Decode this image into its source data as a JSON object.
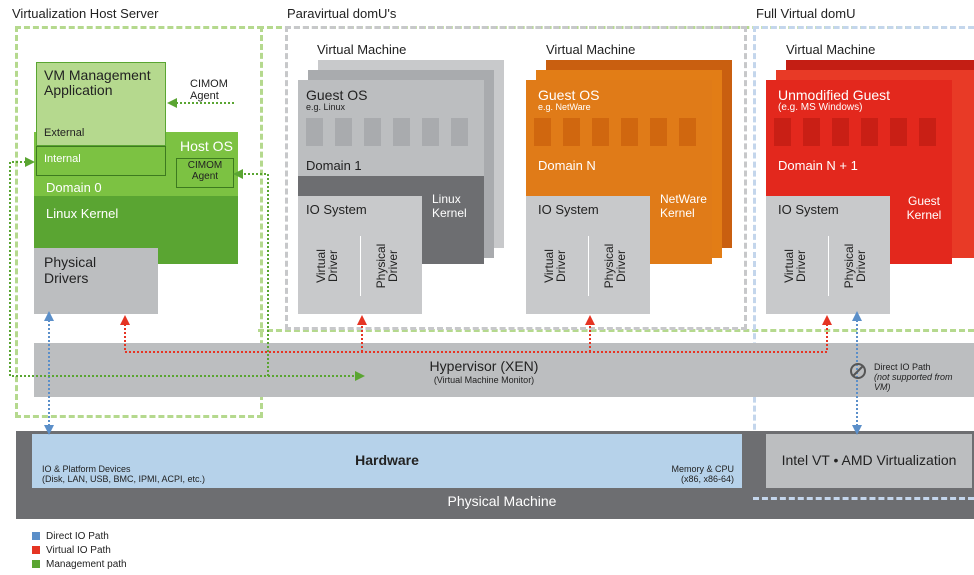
{
  "sections": {
    "host": "Virtualization Host Server",
    "paravirtual": "Paravirtual domU's",
    "full": "Full Virtual domU"
  },
  "host": {
    "vm_mgmt": "VM Management Application",
    "external": "External",
    "internal": "Internal",
    "cimom_agent_top": "CIMOM Agent",
    "host_os": "Host OS",
    "cimom_agent_box": "CIMOM Agent",
    "domain0": "Domain 0",
    "linux_kernel": "Linux Kernel",
    "physical_drivers": "Physical Drivers"
  },
  "vm1": {
    "title": "Virtual Machine",
    "guest_os": "Guest OS",
    "guest_os_sub": "e.g. Linux",
    "domain": "Domain 1",
    "io_system": "IO System",
    "kernel": "Linux Kernel",
    "virtual_driver": "Virtual Driver",
    "physical_driver": "Physical Driver"
  },
  "vm2": {
    "title": "Virtual Machine",
    "guest_os": "Guest OS",
    "guest_os_sub": "e.g. NetWare",
    "domain": "Domain N",
    "io_system": "IO System",
    "kernel": "NetWare Kernel",
    "virtual_driver": "Virtual Driver",
    "physical_driver": "Physical Driver"
  },
  "vm3": {
    "title": "Virtual Machine",
    "guest_os": "Unmodified Guest",
    "guest_os_sub": "(e.g. MS Windows)",
    "domain": "Domain N + 1",
    "io_system": "IO System",
    "kernel": "Guest Kernel",
    "virtual_driver": "Virtual Driver",
    "physical_driver": "Physical Driver"
  },
  "hypervisor": {
    "title": "Hypervisor (XEN)",
    "subtitle": "(Virtual Machine Monitor)",
    "direct_io_title": "Direct IO Path",
    "direct_io_note": "(not supported from VM)"
  },
  "hardware": {
    "title": "Hardware",
    "io_devices": "IO & Platform Devices",
    "io_devices_list": "(Disk, LAN, USB, BMC, IPMI, ACPI, etc.)",
    "mem_cpu": "Memory & CPU",
    "mem_cpu_list": "(x86, x86-64)",
    "physical_machine": "Physical Machine",
    "intel_amd": "Intel VT • AMD Virtualization"
  },
  "legend": [
    {
      "label": "Direct IO Path",
      "color": "#5b8fc9"
    },
    {
      "label": "Virtual IO Path",
      "color": "#e53423"
    },
    {
      "label": "Management path",
      "color": "#5aa532"
    }
  ],
  "colors": {
    "green_light": "#b5d98e",
    "green": "#7cc242",
    "green_dark": "#5aa532",
    "orange": "#e07b18",
    "red": "#e3281d",
    "gray_dark": "#6d6e71",
    "hw_blue": "#b6d2ea"
  }
}
